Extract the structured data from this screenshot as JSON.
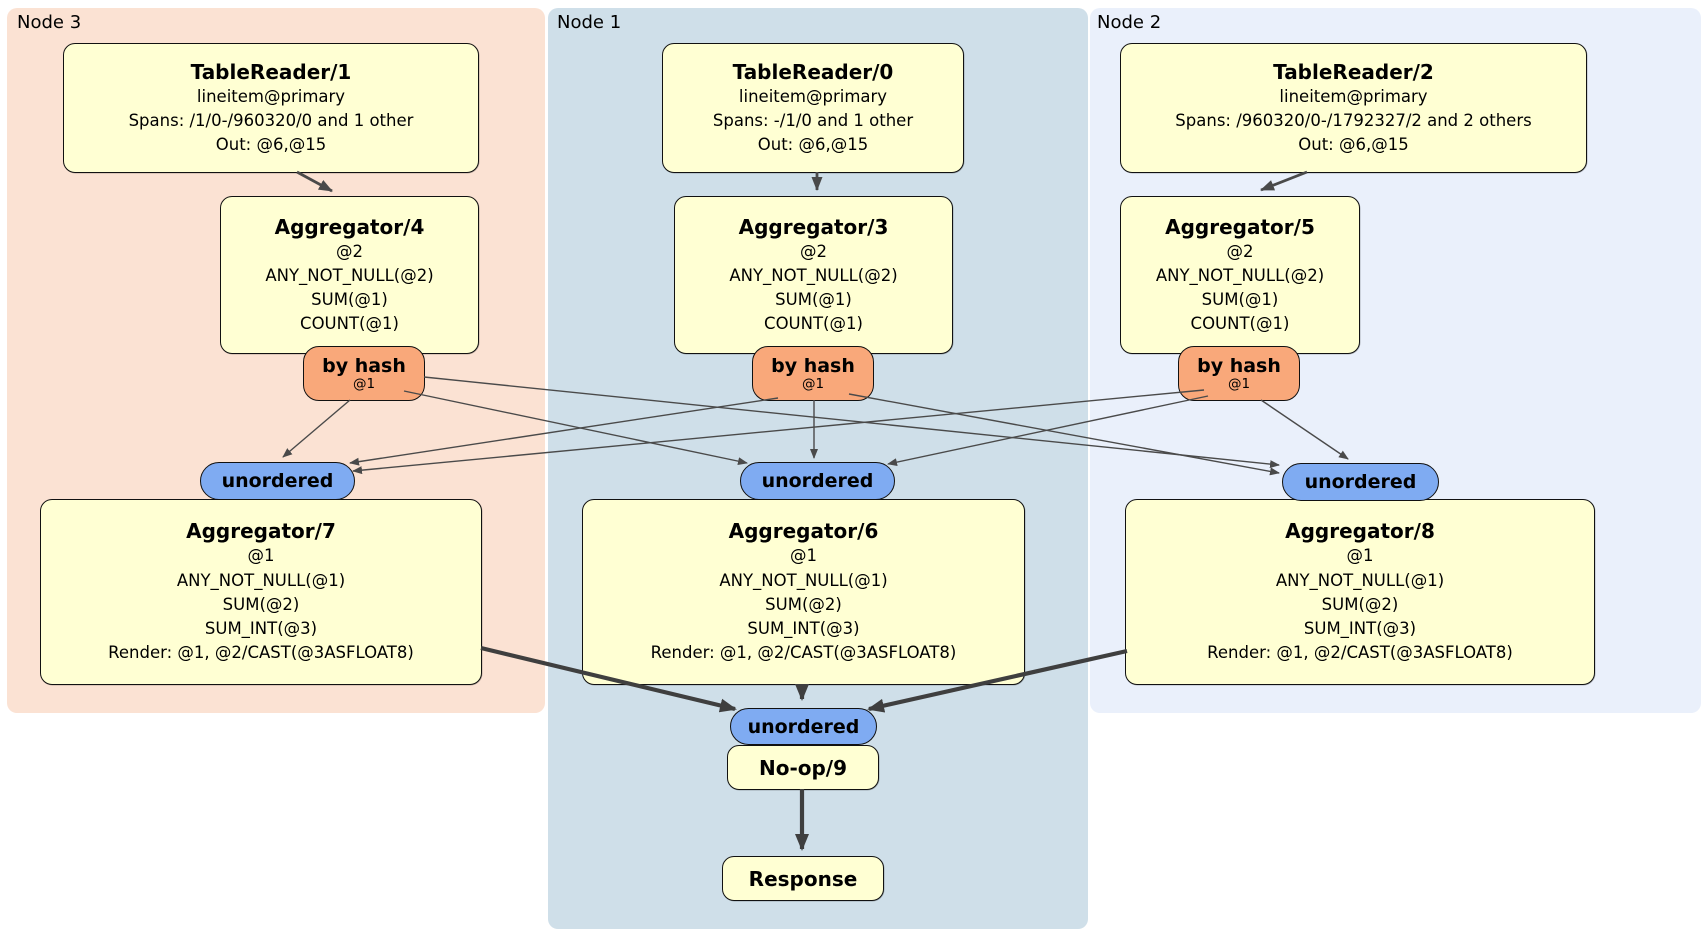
{
  "panels": {
    "node3": {
      "label": "Node 3"
    },
    "node1": {
      "label": "Node 1"
    },
    "node2": {
      "label": "Node 2"
    }
  },
  "processors": {
    "tr1": {
      "title": "TableReader/1",
      "lines": [
        "lineitem@primary",
        "Spans: /1/0-/960320/0 and 1 other",
        "Out: @6,@15"
      ]
    },
    "tr0": {
      "title": "TableReader/0",
      "lines": [
        "lineitem@primary",
        "Spans: -/1/0 and 1 other",
        "Out: @6,@15"
      ]
    },
    "tr2": {
      "title": "TableReader/2",
      "lines": [
        "lineitem@primary",
        "Spans: /960320/0-/1792327/2 and 2 others",
        "Out: @6,@15"
      ]
    },
    "agg4": {
      "title": "Aggregator/4",
      "lines": [
        "@2",
        "ANY_NOT_NULL(@2)",
        "SUM(@1)",
        "COUNT(@1)"
      ]
    },
    "agg3": {
      "title": "Aggregator/3",
      "lines": [
        "@2",
        "ANY_NOT_NULL(@2)",
        "SUM(@1)",
        "COUNT(@1)"
      ]
    },
    "agg5": {
      "title": "Aggregator/5",
      "lines": [
        "@2",
        "ANY_NOT_NULL(@2)",
        "SUM(@1)",
        "COUNT(@1)"
      ]
    },
    "agg7": {
      "title": "Aggregator/7",
      "lines": [
        "@1",
        "ANY_NOT_NULL(@1)",
        "SUM(@2)",
        "SUM_INT(@3)",
        "Render: @1, @2/CAST(@3ASFLOAT8)"
      ]
    },
    "agg6": {
      "title": "Aggregator/6",
      "lines": [
        "@1",
        "ANY_NOT_NULL(@1)",
        "SUM(@2)",
        "SUM_INT(@3)",
        "Render: @1, @2/CAST(@3ASFLOAT8)"
      ]
    },
    "agg8": {
      "title": "Aggregator/8",
      "lines": [
        "@1",
        "ANY_NOT_NULL(@1)",
        "SUM(@2)",
        "SUM_INT(@3)",
        "Render: @1, @2/CAST(@3ASFLOAT8)"
      ]
    },
    "noop": {
      "title": "No-op/9"
    },
    "response": {
      "title": "Response"
    }
  },
  "routers": {
    "left": {
      "label": "by hash",
      "detail": "@1"
    },
    "center": {
      "label": "by hash",
      "detail": "@1"
    },
    "right": {
      "label": "by hash",
      "detail": "@1"
    }
  },
  "syncs": {
    "left": {
      "label": "unordered"
    },
    "center": {
      "label": "unordered"
    },
    "right": {
      "label": "unordered"
    },
    "final": {
      "label": "unordered"
    }
  },
  "colors": {
    "panel_node3": "#fbe2d3",
    "panel_node1": "#cfdfe9",
    "panel_node2": "#eaf0fb",
    "processor_fill": "#ffffd3",
    "router_fill": "#f9a87a",
    "sync_fill": "#7fabf2",
    "box_border": "#111111",
    "edge_color": "#4a4a4a"
  }
}
